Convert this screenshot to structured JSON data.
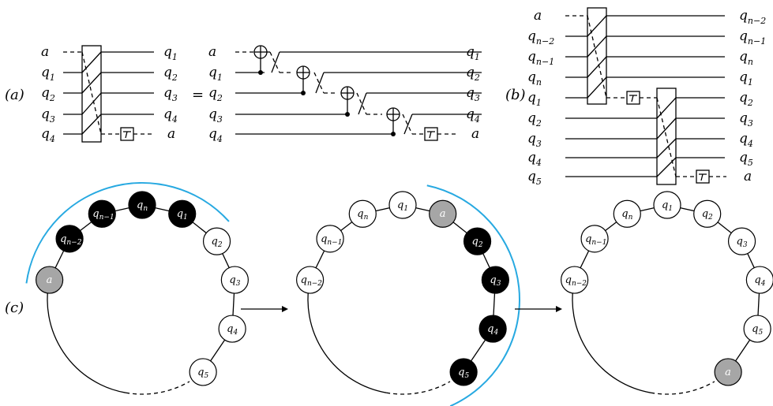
{
  "panels": {
    "a": "(a)",
    "b": "(b)",
    "c": "(c)",
    "equals": "="
  },
  "qubit_labels": {
    "a": "a",
    "q1": "q1",
    "q2": "q2",
    "q3": "q3",
    "q4": "q4",
    "q5": "q5",
    "qn": "qn",
    "qn1": "qn-1",
    "qn2": "qn-2"
  },
  "label_parts": {
    "a": {
      "main": "a",
      "sub": ""
    },
    "q1": {
      "main": "q",
      "sub": "1"
    },
    "q2": {
      "main": "q",
      "sub": "2"
    },
    "q3": {
      "main": "q",
      "sub": "3"
    },
    "q4": {
      "main": "q",
      "sub": "4"
    },
    "q5": {
      "main": "q",
      "sub": "5"
    },
    "qn": {
      "main": "q",
      "sub": "n"
    },
    "qn1": {
      "main": "q",
      "sub": "n−1"
    },
    "qn2": {
      "main": "q",
      "sub": "n−2"
    }
  },
  "circuit_a_left": {
    "inputs": [
      "a",
      "q1",
      "q2",
      "q3",
      "q4"
    ],
    "outputs": [
      "q1",
      "q2",
      "q3",
      "q4",
      "a"
    ]
  },
  "circuit_a_right": {
    "inputs": [
      "a",
      "q1",
      "q2",
      "q3",
      "q4"
    ],
    "outputs": [
      "q1",
      "q2",
      "q3",
      "q4",
      "a"
    ]
  },
  "circuit_b": {
    "inputs": [
      "a",
      "qn2",
      "qn1",
      "qn",
      "q1",
      "q2",
      "q3",
      "q4",
      "q5"
    ],
    "outputs": [
      "qn2",
      "qn1",
      "qn",
      "q1",
      "q2",
      "q3",
      "q4",
      "q5",
      "a"
    ]
  },
  "rings": [
    {
      "nodes": [
        {
          "q": "a",
          "state": "gray"
        },
        {
          "q": "qn2",
          "state": "black"
        },
        {
          "q": "qn1",
          "state": "black"
        },
        {
          "q": "qn",
          "state": "black"
        },
        {
          "q": "q1",
          "state": "black"
        },
        {
          "q": "q2",
          "state": "white"
        },
        {
          "q": "q3",
          "state": "white"
        },
        {
          "q": "q4",
          "state": "white"
        },
        {
          "q": "q5",
          "state": "white"
        }
      ]
    },
    {
      "nodes": [
        {
          "q": "qn2",
          "state": "white"
        },
        {
          "q": "qn1",
          "state": "white"
        },
        {
          "q": "qn",
          "state": "white"
        },
        {
          "q": "q1",
          "state": "white"
        },
        {
          "q": "a",
          "state": "gray"
        },
        {
          "q": "q2",
          "state": "black"
        },
        {
          "q": "q3",
          "state": "black"
        },
        {
          "q": "q4",
          "state": "black"
        },
        {
          "q": "q5",
          "state": "black"
        }
      ]
    },
    {
      "nodes": [
        {
          "q": "qn2",
          "state": "white"
        },
        {
          "q": "qn1",
          "state": "white"
        },
        {
          "q": "qn",
          "state": "white"
        },
        {
          "q": "q1",
          "state": "white"
        },
        {
          "q": "q2",
          "state": "white"
        },
        {
          "q": "q3",
          "state": "white"
        },
        {
          "q": "q4",
          "state": "white"
        },
        {
          "q": "q5",
          "state": "white"
        },
        {
          "q": "a",
          "state": "gray"
        }
      ]
    }
  ],
  "colors": {
    "black_node": "#000000",
    "gray_node": "#a6a6a6",
    "white_node": "#ffffff",
    "arc_highlight": "#27a9e1"
  }
}
